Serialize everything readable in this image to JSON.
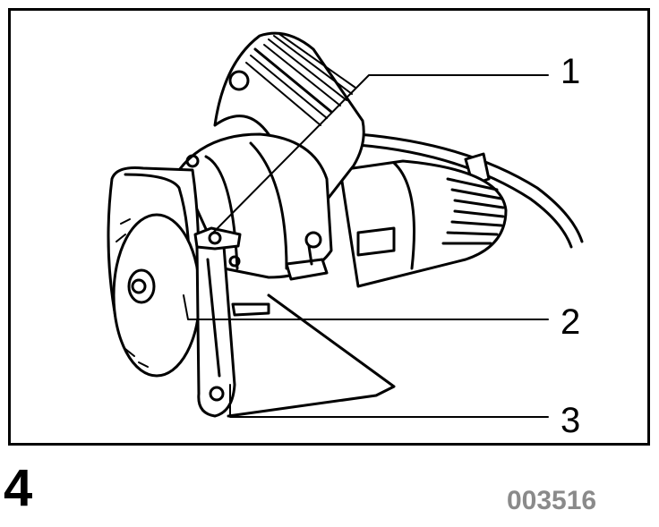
{
  "callouts": [
    {
      "label": "1"
    },
    {
      "label": "2"
    },
    {
      "label": "3"
    }
  ],
  "figure": {
    "number": "4",
    "code": "003516"
  }
}
